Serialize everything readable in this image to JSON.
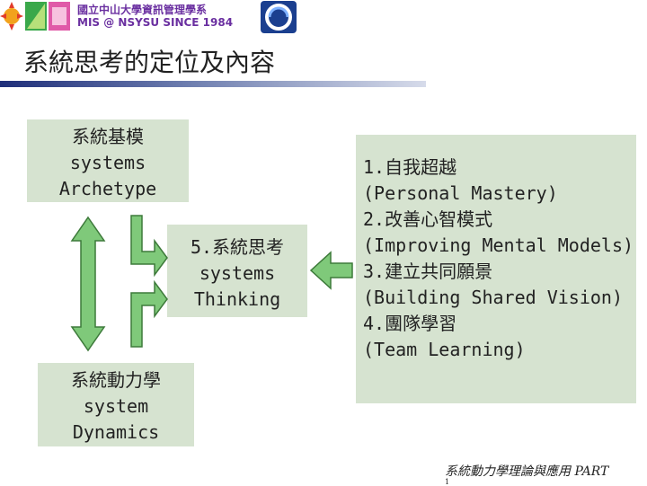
{
  "header": {
    "logo_line1": "國立中山大學資訊管理學系",
    "logo_line2": "MIS @ NSYSU SINCE 1984"
  },
  "title": "系統思考的定位及內容",
  "boxes": {
    "archetype": [
      "系統基模",
      "systems",
      "Archetype"
    ],
    "thinking": [
      "5.系統思考",
      "systems",
      "Thinking"
    ],
    "dynamics": [
      "系統動力學",
      "system",
      "Dynamics"
    ],
    "disciplines": [
      "1.自我超越",
      "(Personal Mastery)",
      "2.改善心智模式",
      "(Improving Mental Models)",
      "3.建立共同願景",
      "(Building Shared Vision)",
      "4.團隊學習",
      "(Team Learning)"
    ]
  },
  "footer": {
    "text": "系統動力學理論與應用  PART",
    "page": "1"
  },
  "colors": {
    "box_fill": "#d6e3d0",
    "arrow_fill": "#7fc97a",
    "arrow_stroke": "#3d7a3a",
    "title_bar": "#1f2f7a"
  }
}
